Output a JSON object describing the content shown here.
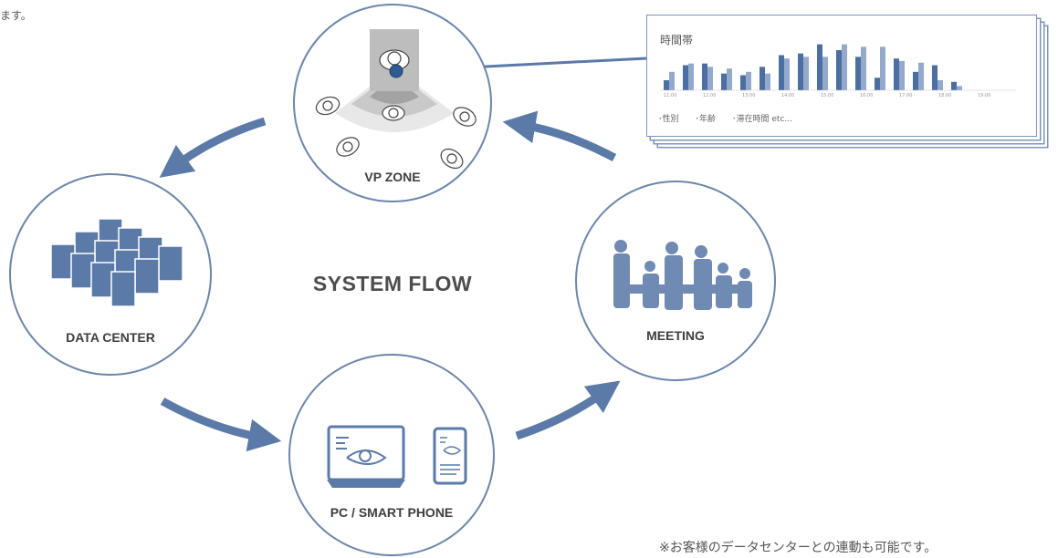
{
  "top_note": "ます。",
  "title": "SYSTEM FLOW",
  "footer_note": "※お客様のデータセンターとの連動も可能です。",
  "nodes": {
    "vp_zone": "VP ZONE",
    "data_center": "DATA CENTER",
    "pc_smartphone": "PC / SMART PHONE",
    "meeting": "MEETING"
  },
  "chart_card": {
    "title": "時間帯",
    "tags": [
      "･性別",
      "･年齢",
      "･滞在時間 etc..."
    ]
  },
  "colors": {
    "accent": "#6b86aa",
    "arrow": "#5b7aa8",
    "bar_dark": "#4a6fa0",
    "bar_light": "#94a9cc"
  },
  "chart_data": {
    "type": "bar",
    "categories": [
      "11:00",
      "12:00",
      "13:00",
      "14:00",
      "15:00",
      "16:00",
      "17:00",
      "18:00",
      "19:00"
    ],
    "series": [
      {
        "values": [
          12,
          30,
          32,
          20,
          18,
          28,
          42,
          44,
          55,
          48,
          40,
          15,
          38,
          22,
          30,
          10
        ]
      },
      {
        "values": [
          22,
          32,
          28,
          26,
          22,
          20,
          38,
          40,
          40,
          55,
          52,
          52,
          35,
          33,
          12,
          5
        ]
      }
    ]
  }
}
